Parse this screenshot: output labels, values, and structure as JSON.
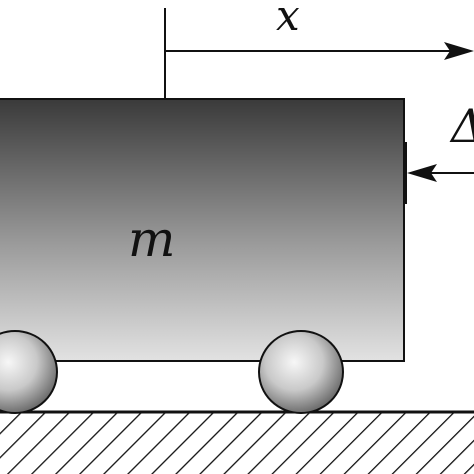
{
  "labels": {
    "position": "x",
    "mass": "m",
    "delta": "Δ"
  },
  "colors": {
    "line": "#111111",
    "block_top": "#3a3a3a",
    "block_bottom": "#dcdcdc",
    "wheel_light": "#f5f5f5",
    "wheel_dark": "#7a7a7a",
    "ground_hatch": "#111111"
  }
}
